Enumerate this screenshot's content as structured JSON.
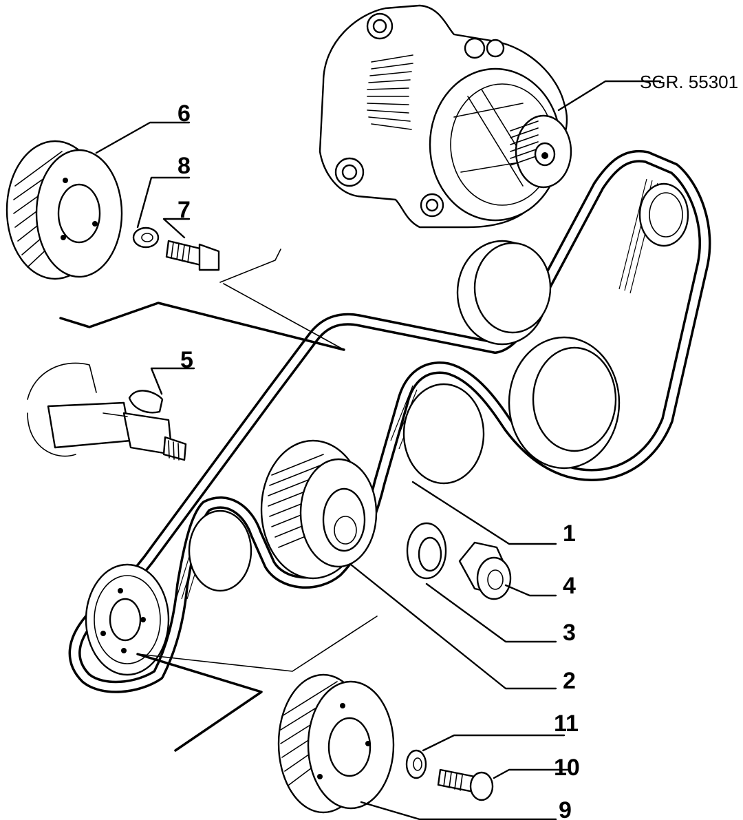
{
  "reference": "SGR. 55301",
  "callouts": [
    {
      "id": "c1",
      "text": "1"
    },
    {
      "id": "c2",
      "text": "2"
    },
    {
      "id": "c3",
      "text": "3"
    },
    {
      "id": "c4",
      "text": "4"
    },
    {
      "id": "c5",
      "text": "5"
    },
    {
      "id": "c6",
      "text": "6"
    },
    {
      "id": "c7",
      "text": "7"
    },
    {
      "id": "c8",
      "text": "8"
    },
    {
      "id": "c9",
      "text": "9"
    },
    {
      "id": "c10",
      "text": "10"
    },
    {
      "id": "c11",
      "text": "11"
    }
  ]
}
